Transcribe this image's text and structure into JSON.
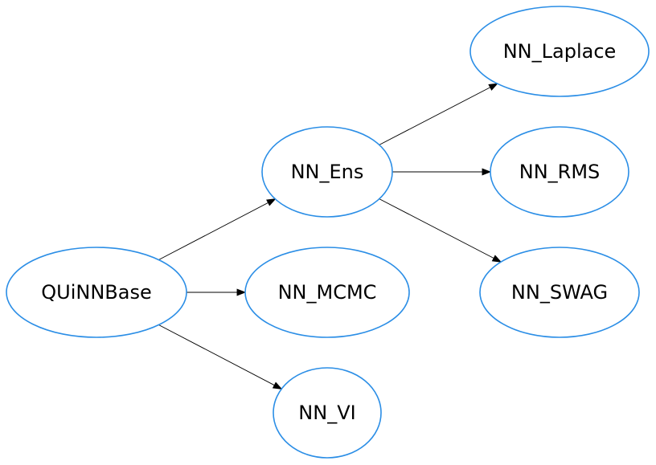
{
  "diagram": {
    "nodes": [
      {
        "id": "quinnbase",
        "label": "QUiNNBase"
      },
      {
        "id": "nn_ens",
        "label": "NN_Ens"
      },
      {
        "id": "nn_mcmc",
        "label": "NN_MCMC"
      },
      {
        "id": "nn_vi",
        "label": "NN_VI"
      },
      {
        "id": "nn_laplace",
        "label": "NN_Laplace"
      },
      {
        "id": "nn_rms",
        "label": "NN_RMS"
      },
      {
        "id": "nn_swag",
        "label": "NN_SWAG"
      }
    ],
    "edges": [
      {
        "from": "quinnbase",
        "to": "nn_ens"
      },
      {
        "from": "quinnbase",
        "to": "nn_mcmc"
      },
      {
        "from": "quinnbase",
        "to": "nn_vi"
      },
      {
        "from": "nn_ens",
        "to": "nn_laplace"
      },
      {
        "from": "nn_ens",
        "to": "nn_rms"
      },
      {
        "from": "nn_ens",
        "to": "nn_swag"
      }
    ],
    "colors": {
      "node_stroke": "#2b8ee6",
      "edge": "#000000",
      "text": "#000000"
    }
  }
}
